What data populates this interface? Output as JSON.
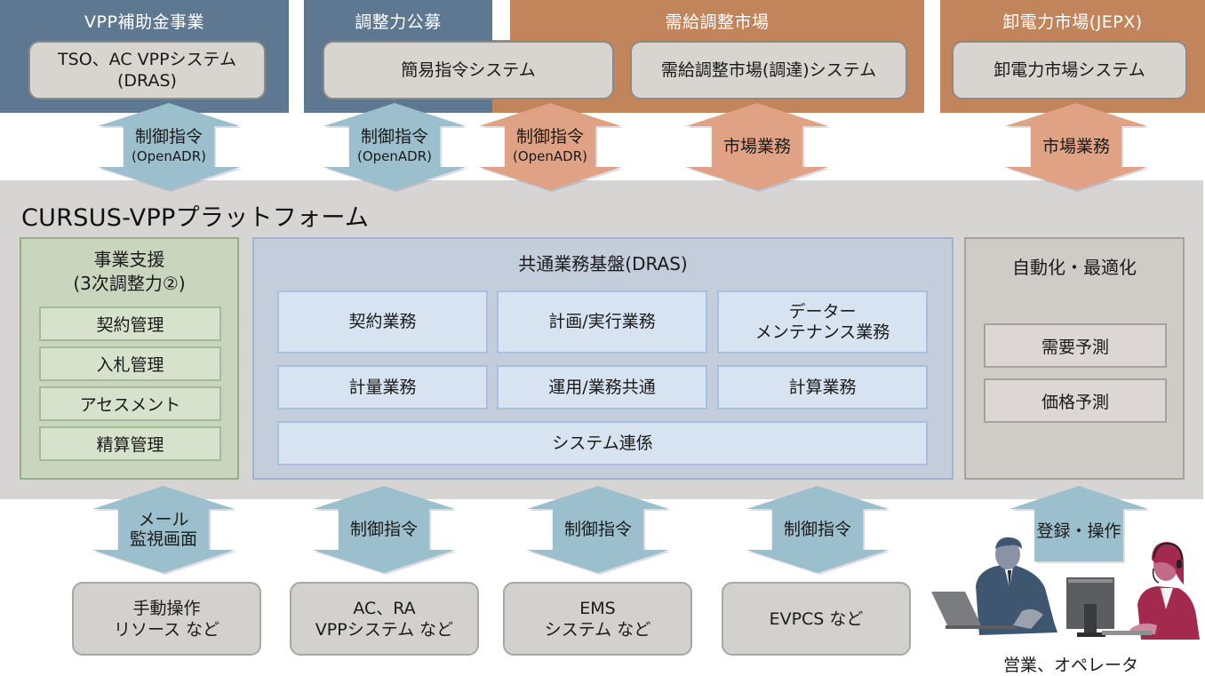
{
  "top": {
    "categories": [
      {
        "title": "VPP補助金事業",
        "systems": [
          {
            "line1": "TSO、AC VPPシステム",
            "line2": "(DRAS)"
          }
        ]
      },
      {
        "title": "調整力公募",
        "systems": [
          {
            "line1": "簡易指令システム"
          }
        ]
      },
      {
        "title": "需給調整市場",
        "systems": [
          {
            "line1": "需給調整市場(調達)システム"
          }
        ]
      },
      {
        "title": "卸電力市場(JEPX)",
        "systems": [
          {
            "line1": "卸電力市場システム"
          }
        ]
      }
    ]
  },
  "top_arrows": [
    {
      "label": "制御指令",
      "sub": "(OpenADR)",
      "color": "#9bbfcc",
      "direction": "bidirectional"
    },
    {
      "label": "制御指令",
      "sub": "(OpenADR)",
      "color": "#9bbfcc",
      "direction": "bidirectional"
    },
    {
      "label": "制御指令",
      "sub": "(OpenADR)",
      "color": "#e0a284",
      "direction": "bidirectional"
    },
    {
      "label": "市場業務",
      "color": "#e0a284",
      "direction": "bidirectional"
    },
    {
      "label": "市場業務",
      "color": "#e0a284",
      "direction": "bidirectional"
    }
  ],
  "platform": {
    "title": "CURSUS-VPPプラットフォーム",
    "business_support": {
      "title_line1": "事業支援",
      "title_line2": "(3次調整力②)",
      "items": [
        "契約管理",
        "入札管理",
        "アセスメント",
        "精算管理"
      ]
    },
    "common_base": {
      "title": "共通業務基盤(DRAS)",
      "items": [
        {
          "line1": "契約業務"
        },
        {
          "line1": "計画/実行業務"
        },
        {
          "line1": "データー",
          "line2": "メンテナンス業務"
        },
        {
          "line1": "計量業務"
        },
        {
          "line1": "運用/業務共通"
        },
        {
          "line1": "計算業務"
        },
        {
          "line1": "システム連係"
        }
      ]
    },
    "automation": {
      "title": "自動化・最適化",
      "items": [
        "需要予測",
        "価格予測"
      ]
    }
  },
  "bottom_arrows": [
    {
      "label": "メール",
      "sub": "監視画面",
      "color": "#9bbfcc",
      "direction": "bidirectional"
    },
    {
      "label": "制御指令",
      "color": "#9bbfcc",
      "direction": "bidirectional"
    },
    {
      "label": "制御指令",
      "color": "#9bbfcc",
      "direction": "bidirectional"
    },
    {
      "label": "制御指令",
      "color": "#9bbfcc",
      "direction": "bidirectional"
    },
    {
      "label": "登録・操作",
      "color": "#9bbfcc",
      "direction": "up"
    }
  ],
  "resources": [
    {
      "line1": "手動操作",
      "line2": "リソース など"
    },
    {
      "line1": "AC、RA",
      "line2": "VPPシステム など"
    },
    {
      "line1": "EMS",
      "line2": "システム など"
    },
    {
      "line1": "EVPCS など"
    }
  ],
  "people": {
    "caption": "営業、オペレータ",
    "figures": [
      "business-person-icon",
      "operator-icon"
    ]
  },
  "colors": {
    "top_blue": "#5f7891",
    "top_orange": "#c2855b",
    "arrow_blue": "#9bbfcc",
    "arrow_orange": "#e0a284",
    "platform_gray": "#d6d5d3"
  }
}
